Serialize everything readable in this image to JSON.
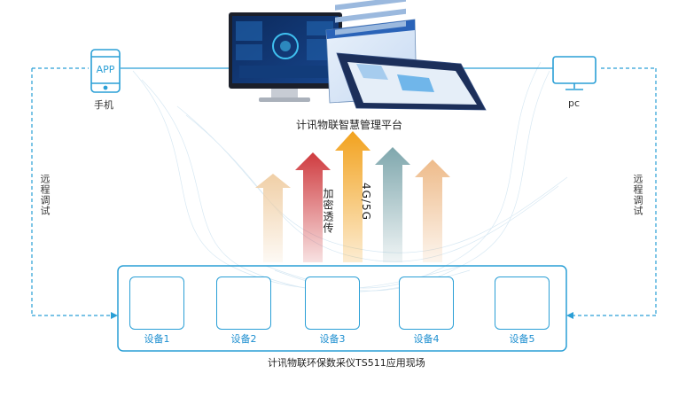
{
  "platform": {
    "label": "计讯物联智慧管理平台"
  },
  "phone": {
    "app_text": "APP",
    "label": "手机"
  },
  "pc": {
    "label": "pc"
  },
  "left_link": {
    "label": "远程调试"
  },
  "right_link": {
    "label": "远程调试"
  },
  "arrows": {
    "encrypt_label": "加密透传",
    "network_label": "4G/5G"
  },
  "devices": [
    {
      "label": "设备1"
    },
    {
      "label": "设备2"
    },
    {
      "label": "设备3"
    },
    {
      "label": "设备4"
    },
    {
      "label": "设备5"
    }
  ],
  "field": {
    "label": "计讯物联环保数采仪TS511应用现场"
  },
  "colors": {
    "line": "#2a9fd6",
    "arrow_red": "#cf3b3f",
    "arrow_orange": "#f2a21e",
    "arrow_teal": "#7fa7ad",
    "arrow_peach": "#eebb8a"
  }
}
